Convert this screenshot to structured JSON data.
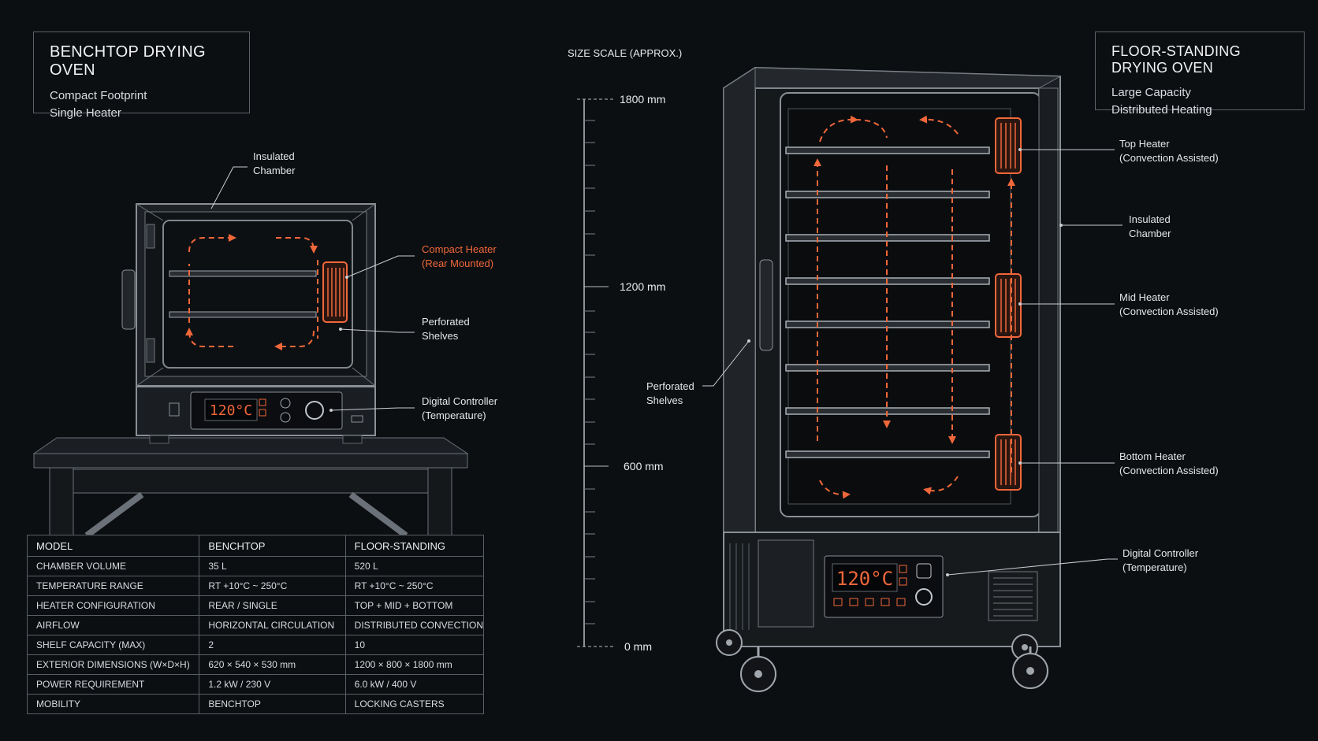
{
  "benchtop": {
    "title": "BENCHTOP DRYING OVEN",
    "subtitle_1": "Compact Footprint",
    "subtitle_2": "Single Heater",
    "callouts": {
      "chamber_1": "Insulated",
      "chamber_2": "Chamber",
      "heater_1": "Compact Heater",
      "heater_2": "(Rear Mounted)",
      "shelves_1": "Perforated",
      "shelves_2": "Shelves",
      "controller_1": "Digital Controller",
      "controller_2": "(Temperature)"
    },
    "display": "120°C"
  },
  "floor": {
    "title": "FLOOR-STANDING DRYING OVEN",
    "subtitle_1": "Large Capacity",
    "subtitle_2": "Distributed Heating",
    "callouts": {
      "top_1": "Top Heater",
      "top_2": "(Convection Assisted)",
      "chamber_1": "Insulated",
      "chamber_2": "Chamber",
      "mid_1": "Mid Heater",
      "mid_2": "(Convection Assisted)",
      "shelves_1": "Perforated",
      "shelves_2": "Shelves",
      "bottom_1": "Bottom Heater",
      "bottom_2": "(Convection Assisted)",
      "controller_1": "Digital Controller",
      "controller_2": "(Temperature)"
    },
    "display": "120°C"
  },
  "scale": {
    "title": "SIZE SCALE (APPROX.)",
    "marks": [
      "1800 mm",
      "1200 mm",
      "600 mm",
      "0 mm"
    ]
  },
  "table": {
    "headers": [
      "MODEL",
      "BENCHTOP",
      "FLOOR-STANDING"
    ],
    "rows": [
      [
        "CHAMBER VOLUME",
        "35 L",
        "520 L"
      ],
      [
        "TEMPERATURE RANGE",
        "RT +10°C ~ 250°C",
        "RT +10°C ~ 250°C"
      ],
      [
        "HEATER CONFIGURATION",
        "REAR / SINGLE",
        "TOP + MID + BOTTOM"
      ],
      [
        "AIRFLOW",
        "HORIZONTAL CIRCULATION",
        "DISTRIBUTED CONVECTION"
      ],
      [
        "SHELF CAPACITY (MAX)",
        "2",
        "10"
      ],
      [
        "EXTERIOR DIMENSIONS (W×D×H)",
        "620 × 540 × 530 mm",
        "1200 × 800 × 1800 mm"
      ],
      [
        "POWER REQUIREMENT",
        "1.2 kW / 230 V",
        "6.0 kW / 400 V"
      ],
      [
        "MOBILITY",
        "BENCHTOP",
        "LOCKING CASTERS"
      ]
    ]
  },
  "colors": {
    "accent": "#f0673a",
    "line": "#8a9096",
    "background": "#0c0f12"
  }
}
